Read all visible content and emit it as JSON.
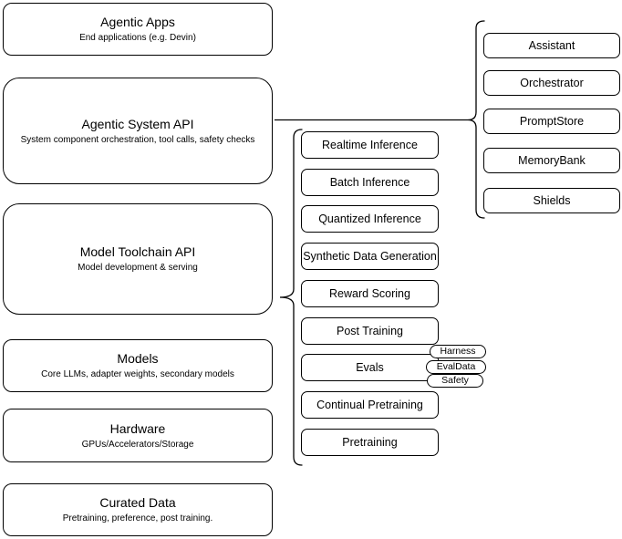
{
  "colors": {
    "stroke": "#000000",
    "background": "#ffffff"
  },
  "stack": {
    "boxes": [
      {
        "title": "Agentic Apps",
        "subtitle": "End applications (e.g. Devin)"
      },
      {
        "title": "Agentic System API",
        "subtitle": "System component orchestration, tool calls, safety checks"
      },
      {
        "title": "Model Toolchain API",
        "subtitle": "Model development & serving"
      },
      {
        "title": "Models",
        "subtitle": "Core LLMs, adapter weights, secondary models"
      },
      {
        "title": "Hardware",
        "subtitle": "GPUs/Accelerators/Storage"
      },
      {
        "title": "Curated Data",
        "subtitle": "Pretraining, preference, post training."
      }
    ]
  },
  "toolchain_services": {
    "items": [
      {
        "label": "Realtime Inference"
      },
      {
        "label": "Batch Inference"
      },
      {
        "label": "Quantized Inference"
      },
      {
        "label": "Synthetic Data Generation"
      },
      {
        "label": "Reward Scoring"
      },
      {
        "label": "Post Training"
      },
      {
        "label": "Evals"
      },
      {
        "label": "Continual Pretraining"
      },
      {
        "label": "Pretraining"
      }
    ]
  },
  "system_components": {
    "items": [
      {
        "label": "Assistant"
      },
      {
        "label": "Orchestrator"
      },
      {
        "label": "PromptStore"
      },
      {
        "label": "MemoryBank"
      },
      {
        "label": "Shields"
      }
    ]
  },
  "evals_tags": {
    "items": [
      {
        "label": "Harness"
      },
      {
        "label": "EvalData"
      },
      {
        "label": "Safety"
      }
    ]
  }
}
